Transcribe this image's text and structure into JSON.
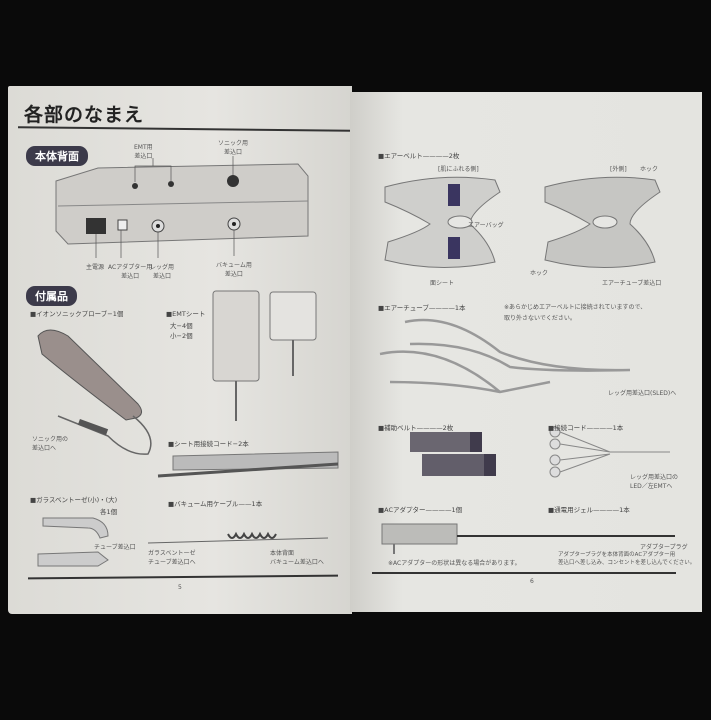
{
  "left_page": {
    "title": "各部のなまえ",
    "section_back": "本体背面",
    "back_labels": {
      "emt": "EMT用\n差込口",
      "sonic": "ソニック用\n差込口",
      "power": "主電源",
      "ac": "ACアダプター用\n差込口",
      "leg": "レッグ用\n差込口",
      "vacuum": "バキューム用\n差込口"
    },
    "section_accessories": "付属品",
    "items": {
      "probe": "■イオンソニックプローブ−1個",
      "probe_note": "ソニック用の\n差込口へ",
      "emt_sheet": "■EMTシート",
      "emt_large": "大−4個",
      "emt_small": "小−2個",
      "sheet_cord": "■シート用接続コード−2本",
      "glass": "■ガラスベントーゼ(小)・(大)",
      "glass_count": "各1個",
      "glass_note": "チューブ差込口",
      "vacuum_cable": "■バキューム用ケーブル——1本",
      "vacuum_note_left": "ガラスベントーゼ\nチューブ差込口へ",
      "vacuum_note_right": "本体背面\nバキューム差込口へ"
    },
    "page_number": "5"
  },
  "right_page": {
    "air_belt": "■エアーベルト————2枚",
    "skin_side": "[肌にふれる側]",
    "outer_side": "[外側]",
    "air_bag": "エアーバッグ",
    "gel_sheet": "面シート",
    "hook_top": "ホック",
    "hook_bottom": "ホック",
    "tube_port": "エアーチューブ差込口",
    "air_tube": "■エアーチューブ————1本",
    "air_tube_note": "※あらかじめエアーベルトに接続されていますので、\n取り外さないでください。",
    "tube_end": "レッグ用差込口(SLED)へ",
    "aux_belt": "■補助ベルト————2枚",
    "connect_cord": "■接続コード————1本",
    "cord_note": "レッグ用差込口の\nLED／左EMTへ",
    "ac_adapter": "■ACアダプター————1個",
    "gel": "■通電用ジェル————1本",
    "adapter_plug": "アダプタープラグ",
    "adapter_note": "※ACアダプターの形状は異なる場合があります。",
    "plug_note": "アダプタープラグを本体背面のACアダプター用\n差込口へ差し込み、コンセントを差し込んでください。",
    "page_number": "6"
  },
  "colors": {
    "paper": "#e4e3df",
    "ink": "#333333",
    "pill": "#3c3a4a",
    "belt_pad": "#3a3560",
    "background": "#0a0a0a"
  }
}
